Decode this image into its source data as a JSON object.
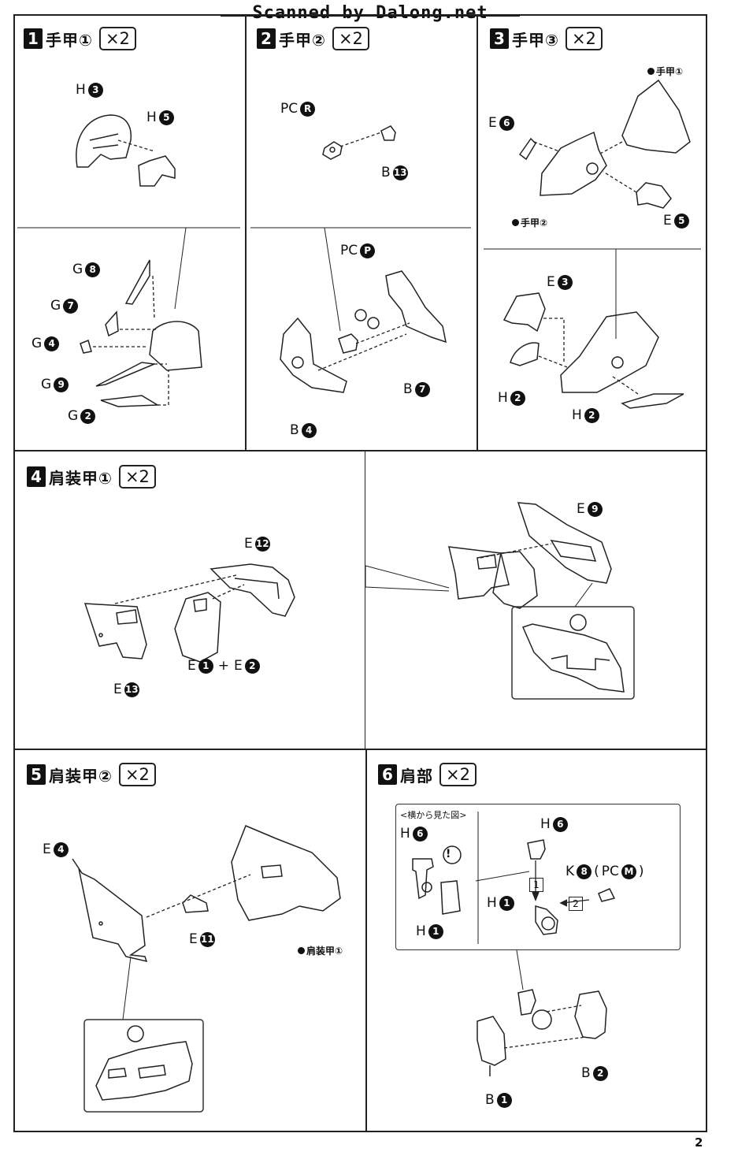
{
  "scan_credit": "Scanned by Dalong.net",
  "page_number": "2",
  "steps": [
    {
      "num": "1",
      "title": "手甲①",
      "mult": "×2",
      "top_labels": [
        {
          "part": "H",
          "num": "3"
        },
        {
          "part": "H",
          "num": "5"
        }
      ],
      "bottom_labels": [
        {
          "part": "G",
          "num": "8"
        },
        {
          "part": "G",
          "num": "7"
        },
        {
          "part": "G",
          "num": "4"
        },
        {
          "part": "G",
          "num": "9"
        },
        {
          "part": "G",
          "num": "2"
        }
      ]
    },
    {
      "num": "2",
      "title": "手甲②",
      "mult": "×2",
      "top_labels": [
        {
          "part": "PC",
          "num": "R"
        },
        {
          "part": "B",
          "num": "13"
        }
      ],
      "bottom_labels": [
        {
          "part": "PC",
          "num": "P"
        },
        {
          "part": "B",
          "num": "7"
        },
        {
          "part": "B",
          "num": "4"
        }
      ]
    },
    {
      "num": "3",
      "title": "手甲③",
      "mult": "×2",
      "top_labels": [
        {
          "part": "E",
          "num": "6"
        },
        {
          "part": "E",
          "num": "5"
        }
      ],
      "refs": [
        "手甲①",
        "手甲②"
      ],
      "bottom_labels": [
        {
          "part": "E",
          "num": "3"
        },
        {
          "part": "H",
          "num": "2"
        },
        {
          "part": "H",
          "num": "2"
        }
      ]
    },
    {
      "num": "4",
      "title": "肩装甲①",
      "mult": "×2",
      "left_labels": [
        {
          "part": "E",
          "num": "12"
        },
        {
          "part": "E",
          "num": "13"
        }
      ],
      "combo": {
        "a_part": "E",
        "a_num": "1",
        "plus": "+",
        "b_part": "E",
        "b_num": "2"
      },
      "right_labels": [
        {
          "part": "E",
          "num": "9"
        }
      ]
    },
    {
      "num": "5",
      "title": "肩装甲②",
      "mult": "×2",
      "labels": [
        {
          "part": "E",
          "num": "4"
        },
        {
          "part": "E",
          "num": "11"
        }
      ],
      "refs": [
        "肩装甲①"
      ]
    },
    {
      "num": "6",
      "title": "肩部",
      "mult": "×2",
      "inset_title": "<横から見た図>",
      "inset_labels": [
        {
          "part": "H",
          "num": "6"
        },
        {
          "part": "H",
          "num": "1"
        }
      ],
      "labels": [
        {
          "part": "H",
          "num": "6"
        },
        {
          "part": "K",
          "num": "8"
        },
        {
          "part": "H",
          "num": "1"
        },
        {
          "part": "B",
          "num": "2"
        },
        {
          "part": "B",
          "num": "1"
        }
      ],
      "k8_paren_open": "(",
      "k8_pc": "PC",
      "k8_pc_num": "M",
      "k8_paren_close": ")",
      "arrow_steps": [
        "1",
        "2"
      ],
      "warning_mark": "!"
    }
  ]
}
